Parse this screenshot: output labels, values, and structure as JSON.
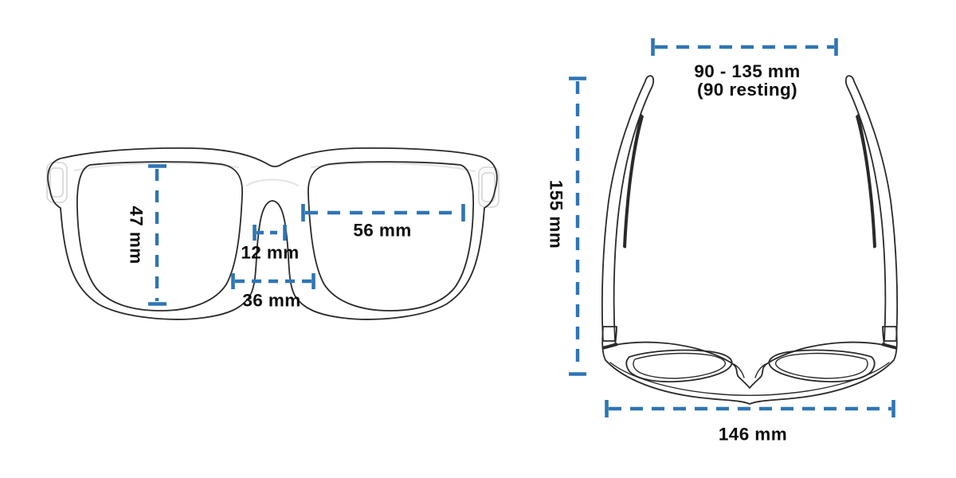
{
  "diagram_title": "sunglasses-dimension-diagram",
  "colors": {
    "accent": "#2e75b5",
    "ink": "#2b2a29",
    "detail": "#e3e3e3",
    "label": "#0c0c0c",
    "bg": "#ffffff"
  },
  "front_view": {
    "name": "sunglasses front view",
    "lens_height": {
      "label": "47 mm"
    },
    "lens_width": {
      "label": "56 mm"
    },
    "bridge_width": {
      "label": "12 mm"
    },
    "lens_gap": {
      "label": "36 mm"
    }
  },
  "top_view": {
    "name": "sunglasses top view",
    "temple_spread": {
      "label": "90 - 135 mm",
      "sublabel": "(90 resting)"
    },
    "temple_length": {
      "label": "155 mm"
    },
    "frame_width": {
      "label": "146 mm"
    }
  }
}
